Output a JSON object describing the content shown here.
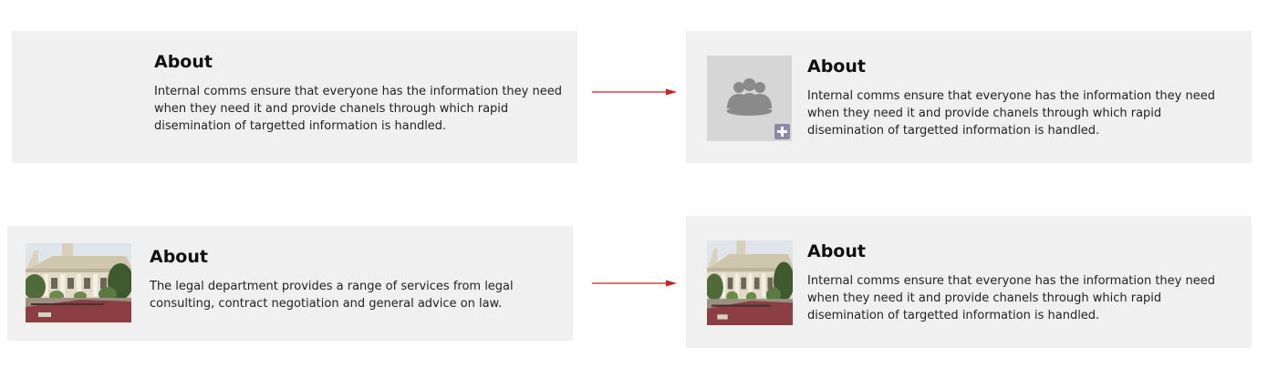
{
  "cards": [
    {
      "title": "About",
      "body": "Internal comms ensure that everyone has the information they need when they need it and provide chanels through which rapid disemination of targetted information is handled.",
      "image": "none"
    },
    {
      "title": "About",
      "body": "Internal comms ensure that everyone has the information they need when they need it and provide chanels through which rapid disemination of targetted information is handled.",
      "image": "group-placeholder-icon"
    },
    {
      "title": "About",
      "body": "The legal department provides a range of services from legal consulting, contract negotiation and general advice on law.",
      "image": "building-photo"
    },
    {
      "title": "About",
      "body": "Internal comms ensure that everyone has the information they need when they need it and provide chanels through which rapid disemination of targetted information is handled.",
      "image": "building-photo"
    }
  ],
  "colors": {
    "card_background": "#f0f0f0",
    "arrow": "#cc2222",
    "placeholder_background": "#d6d6d6",
    "placeholder_icon": "#8a8a8a",
    "add_badge": "#8a8aa6"
  }
}
